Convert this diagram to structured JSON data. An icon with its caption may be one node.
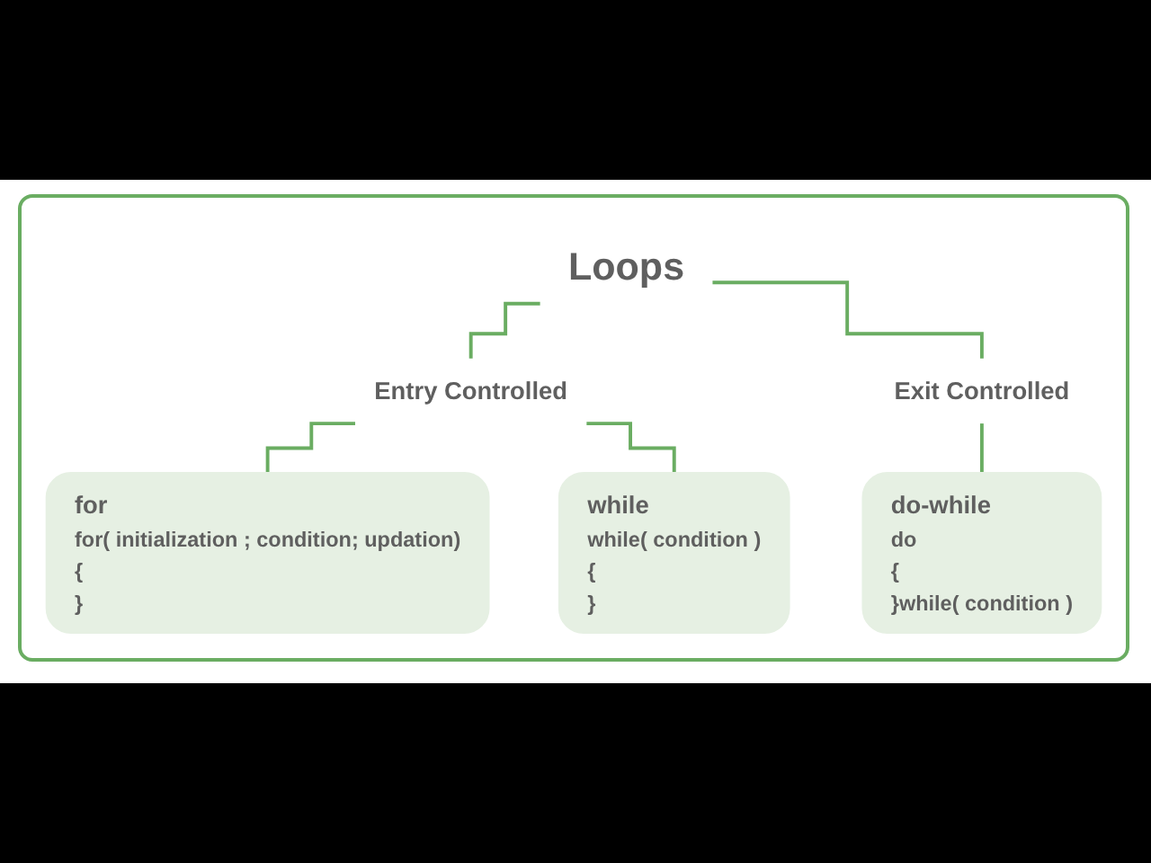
{
  "diagram": {
    "nodes": [
      {
        "text": [
          "Loops"
        ]
      },
      {
        "text": [
          "Entry Controlled"
        ]
      },
      {
        "text": [
          "Exit Controlled"
        ]
      },
      {
        "text": [
          "for",
          "for( initialization ; condition; updation)",
          "{",
          "}"
        ]
      },
      {
        "text": [
          "while",
          "while( condition )",
          "{",
          "}"
        ]
      },
      {
        "text": [
          "do-while",
          "do",
          "{",
          "}while( condition )"
        ]
      }
    ],
    "edges": [
      {
        "from": 0,
        "to": 1,
        "arrow": "none"
      },
      {
        "from": 0,
        "to": 2,
        "arrow": "none"
      },
      {
        "from": 1,
        "to": 3,
        "arrow": "none"
      },
      {
        "from": 1,
        "to": 4,
        "arrow": "none"
      },
      {
        "from": 2,
        "to": 5,
        "arrow": "none"
      }
    ]
  }
}
